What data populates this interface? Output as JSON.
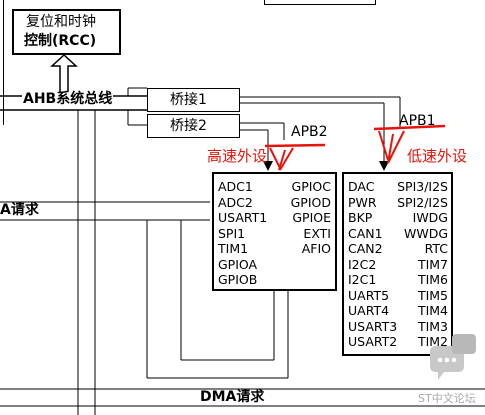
{
  "rcc": {
    "line1": "复位和时钟",
    "line2": "控制(RCC)"
  },
  "ahb_label": "AHB系统总线",
  "bridge1": "桥接1",
  "bridge2": "桥接2",
  "apb2_label": "APB2",
  "apb1_label": "APB1",
  "high_speed": "高速外设",
  "low_speed": "低速外设",
  "dma_left": "A请求",
  "dma_bottom": "DMA请求",
  "apb2_col1": [
    "ADC1",
    "ADC2",
    "USART1",
    "SPI1",
    "TIM1",
    "GPIOA",
    "GPIOB"
  ],
  "apb2_col2": [
    "GPIOC",
    "GPIOD",
    "GPIOE",
    "EXTI",
    "AFIO"
  ],
  "apb1_col1": [
    "DAC",
    "PWR",
    "BKP",
    "CAN1",
    "CAN2",
    "I2C2",
    "I2C1",
    "UART5",
    "UART4",
    "USART3",
    "USART2"
  ],
  "apb1_col2": [
    "SPI3/I2S",
    "SPI2/I2S",
    "IWDG",
    "WWDG",
    "RTC",
    "TIM7",
    "TIM6",
    "TIM5",
    "TIM4",
    "TIM3",
    "TIM2"
  ],
  "watermark": "ST中文论坛",
  "colors": {
    "annotation": "#e8140c",
    "line": "#000000",
    "watermark": "#b0b0b0"
  }
}
